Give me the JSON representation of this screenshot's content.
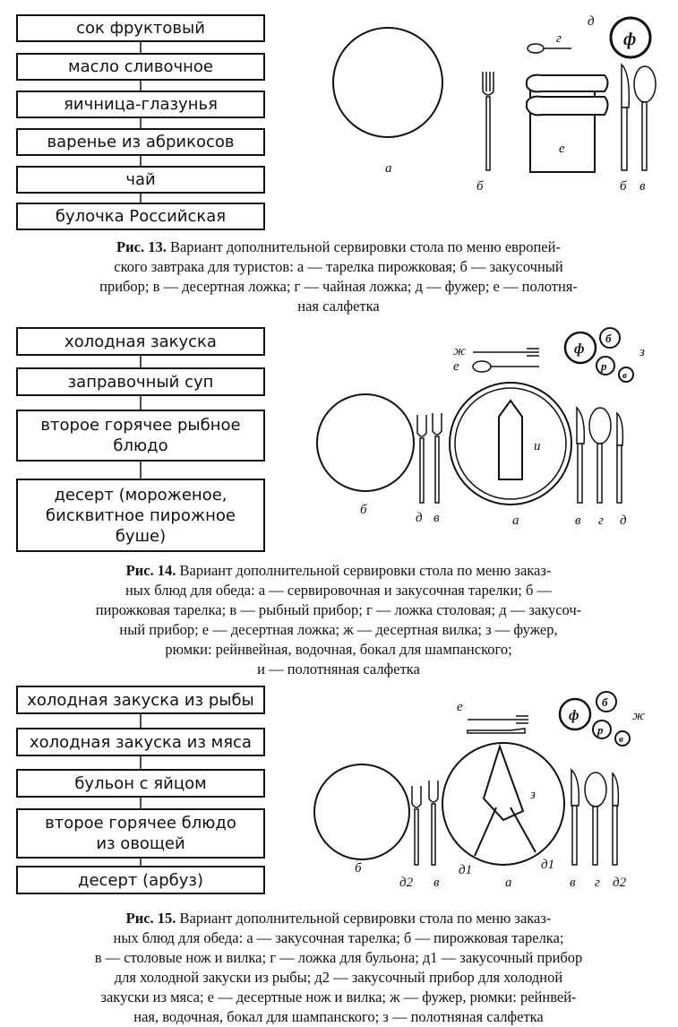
{
  "fig13": {
    "menu": [
      "сок фруктовый",
      "масло сливочное",
      "яичница-глазунья",
      "варенье из абрикосов",
      "чай",
      "булочка Российская"
    ],
    "caption": {
      "fig_label": "Рис. 13.",
      "lines": [
        "Вариант дополнительной сервировки стола по меню европей-",
        "ского завтрака для туристов: а — тарелка пирожковая; б — закусочный",
        "прибор; в — десертная ложка; г — чайная ложка; д — фужер; е — полотня-",
        "ная салфетка"
      ]
    },
    "labels": {
      "a": "а",
      "b1": "б",
      "b2": "б",
      "v": "в",
      "g": "г",
      "d": "д",
      "e": "е",
      "glass": "ф"
    }
  },
  "fig14": {
    "menu": [
      "холодная закуска",
      "заправочный суп",
      "второе горячее рыбное\nблюдо",
      "десерт (мороженое,\nбисквитное пирожное\nбуше)"
    ],
    "caption": {
      "fig_label": "Рис. 14.",
      "lines": [
        "Вариант дополнительной сервировки стола по меню заказ-",
        "ных блюд для обеда: а — сервировочная и закусочная тарелки; б —",
        "пирожковая тарелка; в — рыбный прибор; г — ложка столовая; д — закусоч-",
        "ный прибор; е — десертная ложка; ж — десертная вилка; з — фужер,",
        "рюмки: рейнвейная, водочная, бокал для шампанского;",
        "и — полотняная салфетка"
      ]
    },
    "labels": {
      "a": "а",
      "b": "б",
      "v1": "в",
      "v2": "в",
      "g": "г",
      "d1": "д",
      "d2": "д",
      "e": "е",
      "zh": "ж",
      "z": "з",
      "i": "и"
    },
    "glasses": [
      "ф",
      "б",
      "р",
      "в"
    ]
  },
  "fig15": {
    "menu": [
      "холодная закуска из рыбы",
      "холодная закуска из мяса",
      "бульон с яйцом",
      "второе горячее блюдо\nиз овощей",
      "десерт (арбуз)"
    ],
    "caption": {
      "fig_label": "Рис. 15.",
      "lines": [
        "Вариант дополнительной сервировки стола по меню заказ-",
        "ных блюд для обеда: а — закусочная тарелка; б — пирожковая тарелка;",
        "в — столовые нож и вилка; г — ложка для бульона; д1 — закусочный прибор",
        "для холодной закуски из рыбы; д2 — закусочный прибор для холодной",
        "закуски из мяса; е — десертные нож и вилка; ж — фужер, рюмки: рейнвей-",
        "ная, водочная, бокал для шампанского; з — полотняная салфетка"
      ]
    },
    "labels": {
      "a": "а",
      "b": "б",
      "v": "в",
      "g": "г",
      "d2a": "д2",
      "d2b": "д2",
      "d1a": "д1",
      "d1b": "д1",
      "e": "е",
      "zh": "ж",
      "z": "з"
    },
    "glasses": [
      "ф",
      "б",
      "р",
      "в"
    ]
  }
}
